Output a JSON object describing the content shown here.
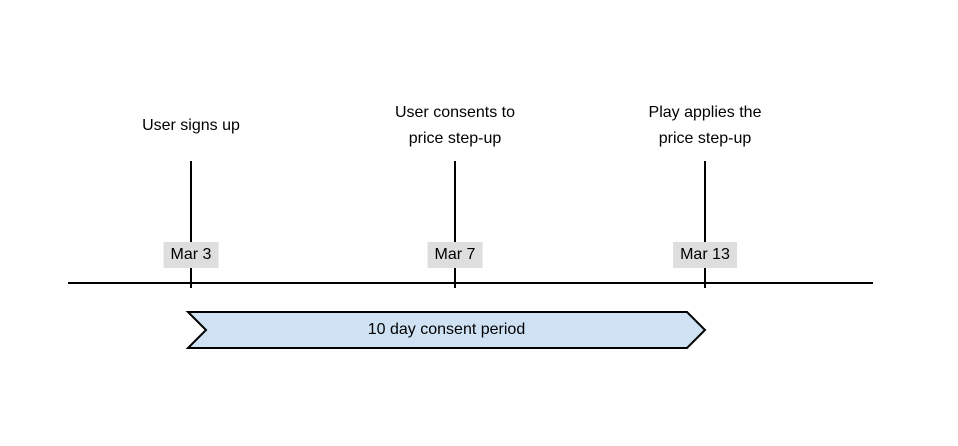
{
  "timeline": {
    "events": [
      {
        "title": "User signs up",
        "date": "Mar 3"
      },
      {
        "title": "User consents to\nprice step-up",
        "date": "Mar 7"
      },
      {
        "title": "Play applies the\nprice step-up",
        "date": "Mar 13"
      }
    ]
  },
  "banner": {
    "label": "10 day consent period"
  },
  "colors": {
    "background": "#ffffff",
    "text": "#000000",
    "line": "#000000",
    "date_bg": "#dedede",
    "banner_fill": "#cfe2f3",
    "banner_border": "#000000"
  }
}
